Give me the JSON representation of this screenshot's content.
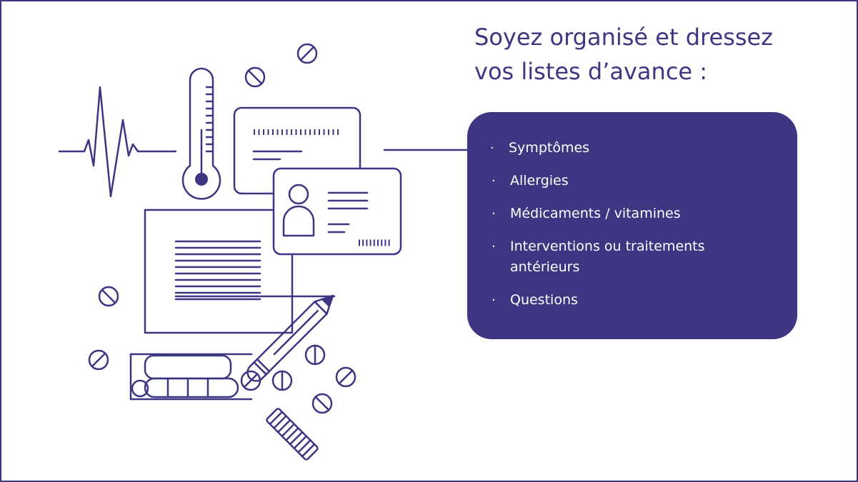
{
  "heading": {
    "line1": "Soyez organisé et dressez",
    "line2": "vos listes d’avance :"
  },
  "list": {
    "items": [
      "Symptômes",
      "Allergies",
      "Médicaments / vitamines",
      "Interventions ou traitements antérieurs",
      "Questions"
    ]
  },
  "colors": {
    "accent": "#3d3683",
    "panel_text": "#ffffff",
    "background": "#ffffff"
  },
  "icons": [
    "heartbeat-icon",
    "thermometer-icon",
    "document-icon",
    "id-card-icon",
    "pencil-icon",
    "pill-icon",
    "pill-blister-icon"
  ]
}
